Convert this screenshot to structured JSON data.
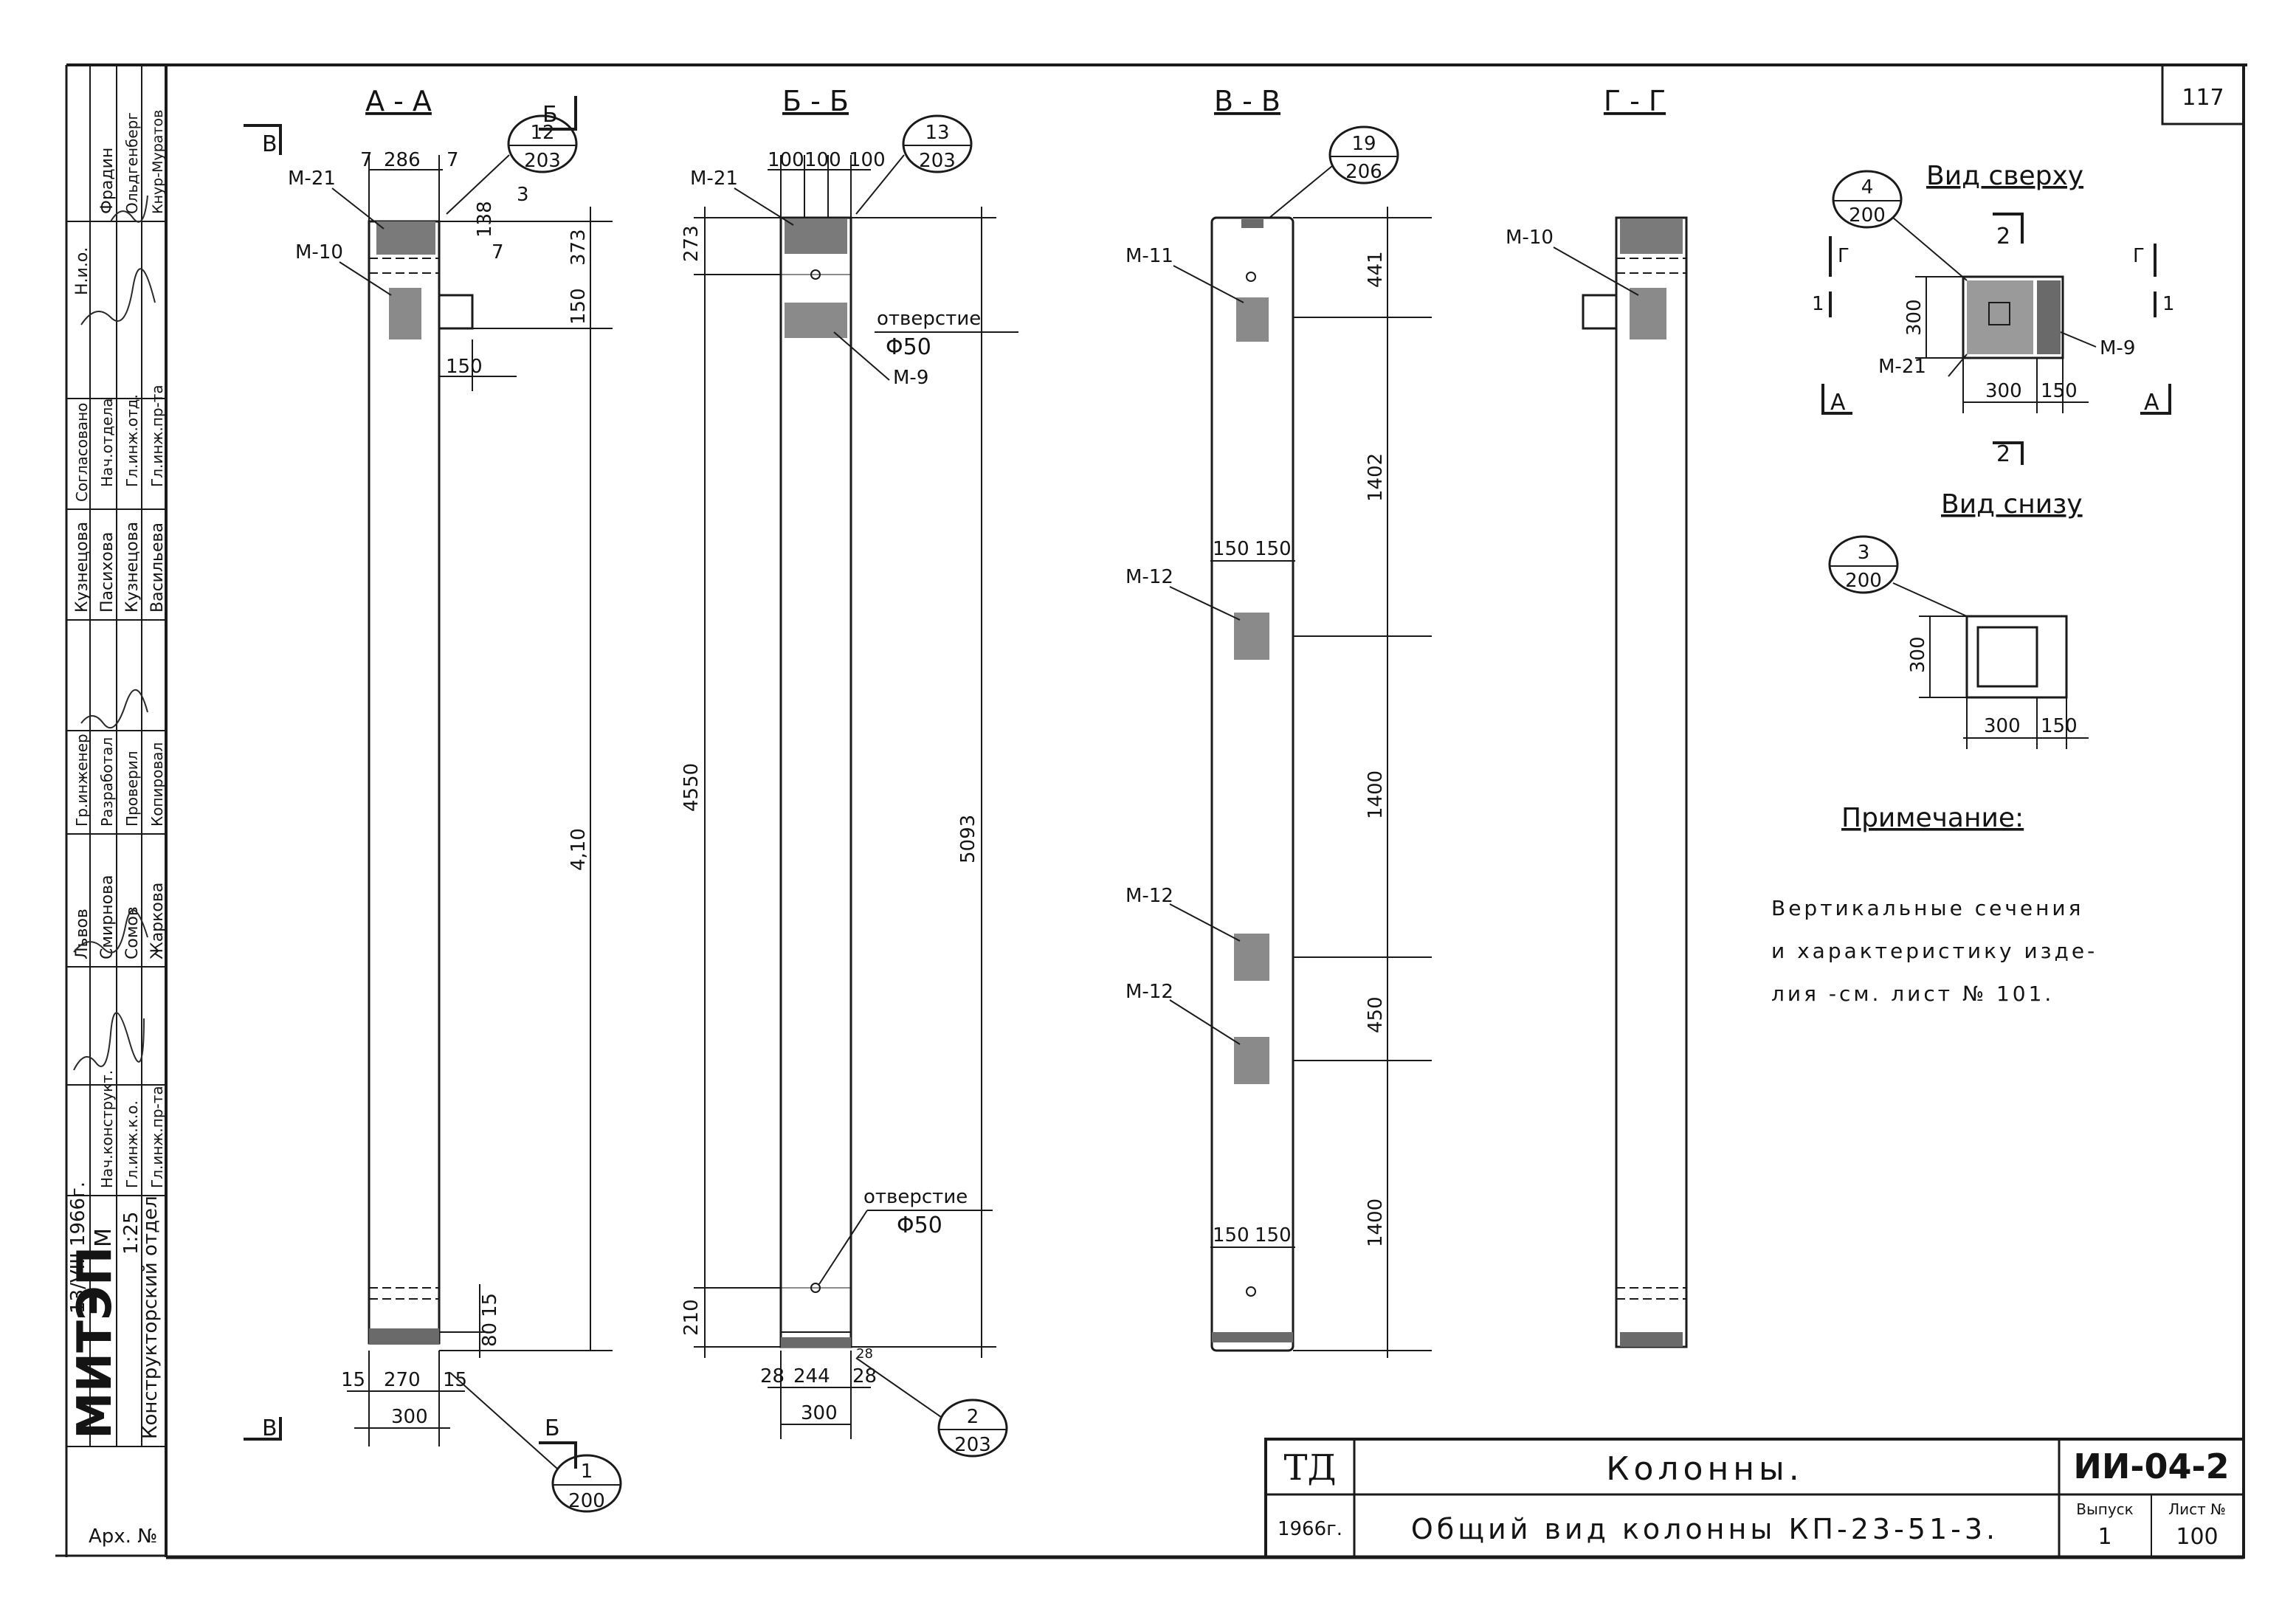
{
  "sheet_number": "117",
  "sections": {
    "aa": {
      "title": "А - А",
      "marks": [
        "М-21",
        "М-10"
      ],
      "callout_top": {
        "num": "12",
        "den": "203"
      },
      "callout_bottom": {
        "num": "1",
        "den": "200"
      },
      "dims_top": [
        "7",
        "286",
        "7"
      ],
      "dims_right": [
        "138",
        "3",
        "7",
        "373",
        "150",
        "4,10"
      ],
      "dim_notch": "150",
      "dims_bottom": [
        "15",
        "270",
        "15",
        "300",
        "80",
        "15"
      ],
      "cut_top": "Б",
      "cut_bottom": "Б",
      "cut_left_top": "В",
      "cut_left_bottom": "В"
    },
    "bb": {
      "title": "Б - Б",
      "marks": [
        "М-21",
        "М-9"
      ],
      "callout_top": {
        "num": "13",
        "den": "203"
      },
      "callout_bottom": {
        "num": "2",
        "den": "203"
      },
      "dims_top": [
        "100",
        "100",
        "100"
      ],
      "dims_left": [
        "273",
        "4550",
        "210"
      ],
      "dim_right": "5093",
      "hole_label": "отверстие",
      "hole_dia": "Φ50",
      "dims_bottom": [
        "28",
        "244",
        "28",
        "300",
        "28"
      ]
    },
    "vv": {
      "title": "В - В",
      "marks": [
        "М-11",
        "М-12",
        "М-12",
        "М-12"
      ],
      "callout_top": {
        "num": "19",
        "den": "206"
      },
      "dims_right": [
        "441",
        "1402",
        "1400",
        "450",
        "1400"
      ],
      "dims_plate": [
        "150",
        "150"
      ],
      "dims_plate_bottom": [
        "150",
        "150"
      ]
    },
    "gg": {
      "title": "Г - Г",
      "marks": [
        "М-10"
      ]
    }
  },
  "view_top": {
    "title": "Вид сверху",
    "callout": {
      "num": "4",
      "den": "200"
    },
    "marks": [
      "М-21",
      "М-9"
    ],
    "dims": [
      "300",
      "300",
      "150"
    ],
    "cuts": [
      "Г",
      "Г",
      "А",
      "А",
      "2",
      "2",
      "1",
      "1"
    ]
  },
  "view_bottom": {
    "title": "Вид снизу",
    "callout": {
      "num": "3",
      "den": "200"
    },
    "dims": [
      "300",
      "300",
      "150"
    ]
  },
  "note": {
    "title": "Примечание:",
    "lines": [
      "Вертикальные сечения",
      "и характеристику изде-",
      "лия -см. лист № 101."
    ]
  },
  "title_block": {
    "series": "ТД",
    "year": "1966г.",
    "title": "Колонны.",
    "subtitle": "Общий вид колонны КП-23-51-3.",
    "code": "ИИ-04-2",
    "issue_label": "Выпуск",
    "issue": "1",
    "sheet_label": "Лист №",
    "sheet": "100"
  },
  "side_stamp": {
    "org": "МИТЭП",
    "dept": "Конструкторский отдел",
    "date": "13/VIII 1966г.",
    "scale_label": "М",
    "scale": "1:25",
    "arch": "Арх. №",
    "columns": [
      [
        "Нач.конструкт.",
        "Гл.инж.к.о.",
        "Гл.инж.пр-та"
      ],
      [
        "Львов",
        "Смирнова",
        "Сомов",
        "Жаркова"
      ],
      [
        "Гр.инженер",
        "Разработал",
        "Проверил",
        "Копировал"
      ],
      [
        "Кузнецова",
        "Пасихова",
        "Кузнецова",
        "Васильева"
      ],
      [
        "Согласовано"
      ],
      [
        "Нач.отдела",
        "Гл.инж.отд.",
        "Гл.инж.пр-та"
      ],
      [
        "Н.и.о.",
        "Фрадин",
        "Ольдгенберг",
        "Кнур-Муратов"
      ]
    ]
  }
}
